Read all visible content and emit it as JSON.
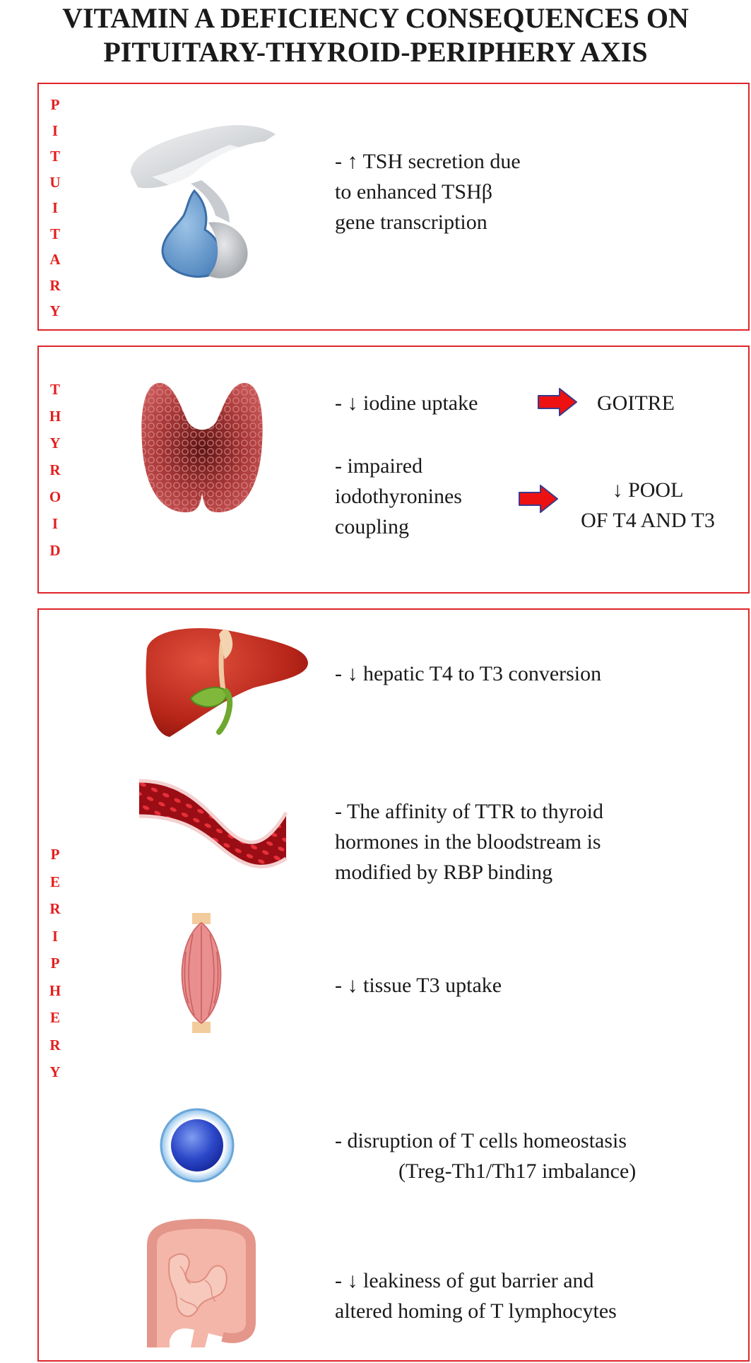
{
  "title": {
    "line1": "VITAMIN A DEFICIENCY CONSEQUENCES ON",
    "line2": "PITUITARY-THYROID-PERIPHERY AXIS"
  },
  "pituitary": {
    "label": [
      "P",
      "I",
      "T",
      "U",
      "I",
      "T",
      "A",
      "R",
      "Y"
    ],
    "lines": [
      "- ↑ TSH secretion due",
      "to enhanced TSHβ",
      "gene transcription"
    ]
  },
  "thyroid": {
    "label": [
      "T",
      "H",
      "Y",
      "R",
      "O",
      "I",
      "D"
    ],
    "iodine": "- ↓ iodine uptake",
    "goitre": "GOITRE",
    "coupling": [
      "- impaired",
      "iodothyronines",
      "coupling"
    ],
    "pool": [
      "↓ POOL",
      "OF T4 AND T3"
    ]
  },
  "periphery": {
    "label": [
      "P",
      "E",
      "R",
      "I",
      "P",
      "H",
      "E",
      "R",
      "Y"
    ],
    "hepatic": "- ↓ hepatic T4 to T3 conversion",
    "ttr": [
      "-  The affinity of TTR to thyroid",
      "hormones in the bloodstream is",
      "modified by RBP binding"
    ],
    "tissue": "- ↓ tissue T3 uptake",
    "tcells": [
      "- disruption of T cells homeostasis",
      "(Treg-Th1/Th17 imbalance)"
    ],
    "gut": [
      "- ↓ leakiness of gut barrier and",
      "altered homing of T lymphocytes"
    ]
  },
  "colors": {
    "accent": "#e41e1e",
    "border": "#e0252a"
  },
  "icons": [
    "pituitary-gland-icon",
    "thyroid-gland-icon",
    "liver-icon",
    "blood-vessel-icon",
    "muscle-icon",
    "t-cell-icon",
    "intestine-icon",
    "arrow-right-icon"
  ]
}
